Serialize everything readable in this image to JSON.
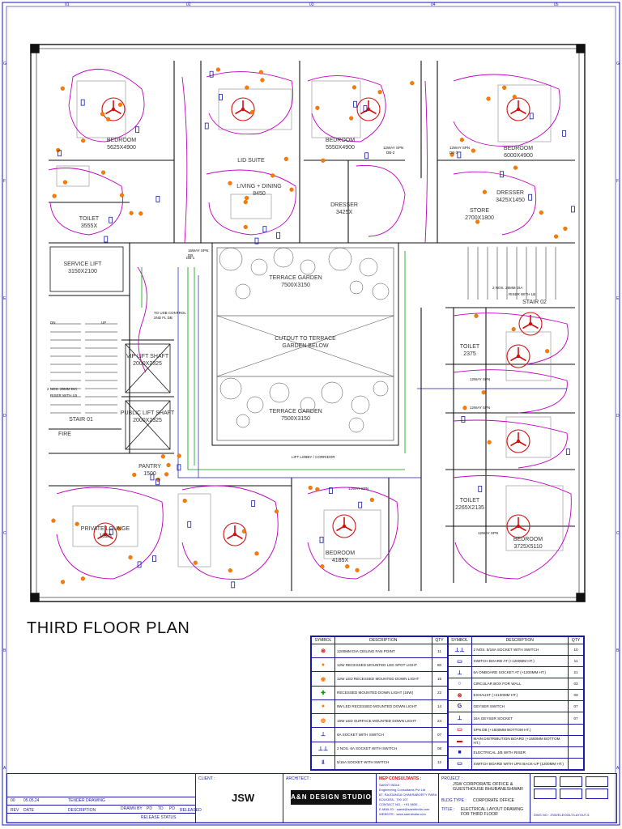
{
  "title": "THIRD FLOOR PLAN",
  "grid_labels": {
    "top": [
      "01",
      "02",
      "03",
      "04",
      "05"
    ],
    "sides": [
      "G",
      "F",
      "E",
      "D",
      "C",
      "B",
      "A"
    ]
  },
  "rooms": [
    {
      "name": "BEDROOM",
      "size": "5625X4900"
    },
    {
      "name": "LID SUITE",
      "size": ""
    },
    {
      "name": "LIVING + DINING",
      "size": "8450"
    },
    {
      "name": "BEDROOM",
      "size": "5550X4900"
    },
    {
      "name": "BEDROOM",
      "size": "6000X4900"
    },
    {
      "name": "TOILET",
      "size": "3555X"
    },
    {
      "name": "DRESSER",
      "size": "3425X"
    },
    {
      "name": "STORE",
      "size": "2700X1800"
    },
    {
      "name": "DRESSER",
      "size": "3425X1450"
    },
    {
      "name": "SERVICE LIFT",
      "size": "3150X2100"
    },
    {
      "name": "TERRACE GARDEN",
      "size": "7500X3150"
    },
    {
      "name": "CUTOUT TO TERRACE",
      "size": "GARDEN BELOW"
    },
    {
      "name": "TERRACE GARDEN",
      "size": "7500X3150"
    },
    {
      "name": "VIP LIFT SHAFT",
      "size": "2000X2325"
    },
    {
      "name": "PUBLIC LIFT SHAFT",
      "size": "2000X2325"
    },
    {
      "name": "STAIR 01",
      "size": ""
    },
    {
      "name": "STAIR 02",
      "size": ""
    },
    {
      "name": "PRIVATE LOUNGE",
      "size": "1825"
    },
    {
      "name": "BEDROOM",
      "size": "4185X"
    },
    {
      "name": "BEDROOM",
      "size": "3725X5110"
    },
    {
      "name": "TOILET",
      "size": "2375"
    },
    {
      "name": "TOILET",
      "size": "2265X2135"
    },
    {
      "name": "FIRE",
      "size": ""
    },
    {
      "name": "PANTRY",
      "size": "1500"
    }
  ],
  "annotations": [
    "12WAY SPN",
    "DB-2",
    "12WAY SPN",
    "DB-3",
    "2 NOS. 25MM DIA",
    "RISER WITH LB",
    "2 NOS. 25MM DIA",
    "RISER WITH LB",
    "16WAY SPN",
    "DB",
    "TO USB CONTROL",
    "2ND FL DB",
    "12WAY SPN",
    "12WAY SPN",
    "12WAY SPN",
    "12WAY SPN",
    "DN",
    "UP",
    "LIFT LOBBY / CORRIDOR",
    "DB-1"
  ],
  "legend": {
    "headers": {
      "symbol": "SYMBOL",
      "description": "DESCRIPTION",
      "qty": "QTY"
    },
    "left": [
      {
        "icon": "fan-icon",
        "desc": "1200MM DIA CEILING FAN POINT",
        "qty": "11"
      },
      {
        "icon": "led-spot-icon",
        "desc": "12W RECESSED MOUNTED LED SPOT LIGHT",
        "qty": "80"
      },
      {
        "icon": "led-down-icon",
        "desc": "12W LED RECESSED MOUNTED DOWN LIGHT",
        "qty": "15"
      },
      {
        "icon": "recessed-light-icon",
        "desc": "RECESSED MOUNTED DOWN LIGHT (15W)",
        "qty": "22"
      },
      {
        "icon": "led-9w-icon",
        "desc": "9W LED RECESSED MOUNTED DOWN LIGHT",
        "qty": "14"
      },
      {
        "icon": "surface-light-icon",
        "desc": "15W LED SURFACE MOUNTED DOWN LIGHT",
        "qty": "24"
      },
      {
        "icon": "socket-icon",
        "desc": "6A SOCKET WITH SWITCH",
        "qty": "07"
      },
      {
        "icon": "socket-2-icon",
        "desc": "2 NOS. 6A SOCKET WITH SWITCH",
        "qty": "08"
      },
      {
        "icon": "socket-5-icon",
        "desc": "5/15A SOCKET WITH SWITCH",
        "qty": "12"
      }
    ],
    "right": [
      {
        "icon": "socket-16a-icon",
        "desc": "2 NOS. 5/16A SOCKET WITH SWITCH",
        "qty": "10"
      },
      {
        "icon": "switchboard-icon",
        "desc": "SWITCH BOARD AT (+1200MM HT.)",
        "qty": "11"
      },
      {
        "icon": "onboard-socket-icon",
        "desc": "6A ONBOARD SOCKET AT (+1200MM HT.)",
        "qty": "21"
      },
      {
        "icon": "circular-box-icon",
        "desc": "CIRCULAR BOX FOR WALL",
        "qty": "03"
      },
      {
        "icon": "exhaust-icon",
        "desc": "EXHAUST (+2100MM HT.)",
        "qty": "03"
      },
      {
        "icon": "geyser-icon",
        "desc": "GEYSER SWITCH",
        "qty": "07"
      },
      {
        "icon": "geyser-socket-icon",
        "desc": "16A GEYSER SOCKET",
        "qty": "07"
      },
      {
        "icon": "spn-db-icon",
        "desc": "SPN DB (+1500MM BOTTOM HT.)",
        "qty": ""
      },
      {
        "icon": "mdb-icon",
        "desc": "MAIN DISTRIBUTION BOARD (+1500MM BOTTOM HT.)",
        "qty": ""
      },
      {
        "icon": "jb-icon",
        "desc": "ELECTRICAL J/B WITH RISER",
        "qty": ""
      },
      {
        "icon": "ups-board-icon",
        "desc": "SWITCH BOARD WITH UPS BACK-UP (1200MM HT.)",
        "qty": ""
      }
    ]
  },
  "titleblock": {
    "client_label": "CLIENT :",
    "client": "JSW",
    "architect_label": "ARCHITECT :",
    "architect_logo": "A&N DESIGN STUDIO",
    "mep_label": "MEP CONSULTANTS :",
    "mep_name": "SAKNT INDIA",
    "mep_line1": "Engineering Consultants Pvt Ltd",
    "mep_line2": "67, RAJDANGA CHAKRABORTY PARA",
    "mep_line3": "KOLKATA - 700 107",
    "mep_contact": "CONTACT NO. : +91 9830 ...",
    "mep_email": "E-MAIL ID : saent@saentindia.com",
    "mep_web": "WEBSITE : www.saentindia.com",
    "project_label": "PROJECT :",
    "project": "JSW CORPORATE OFFICE & GUESTHOUSE BHUBANESHWAR",
    "bldg_label": "BLDG TYPE :",
    "bldg": "CORPORATE OFFICE",
    "title_label": "TITLE :",
    "title": "ELECTRICAL LAYOUT DRAWING FOR THIRD FLOOR",
    "rev_row": {
      "rev": "00",
      "date": "05.05.24",
      "desc": "TENDER DRAWING"
    },
    "rev_headers": {
      "rev": "REV",
      "date": "DATE",
      "desc": "DESCRIPTION"
    },
    "release_headers": [
      "DRAWN BY",
      "PD",
      "TD",
      "PD"
    ],
    "released": "RELEASED",
    "release_status": "RELEASE STATUS",
    "dwg_no": "DWG NO : JSW/ELE/03/LT/LAYOUT-5"
  },
  "colors": {
    "wall": "#111111",
    "wiring": "#c000c0",
    "fan": "#d01010",
    "socket": "#1a1aa8",
    "green_line": "#00a000",
    "light": "#ff7a00"
  }
}
